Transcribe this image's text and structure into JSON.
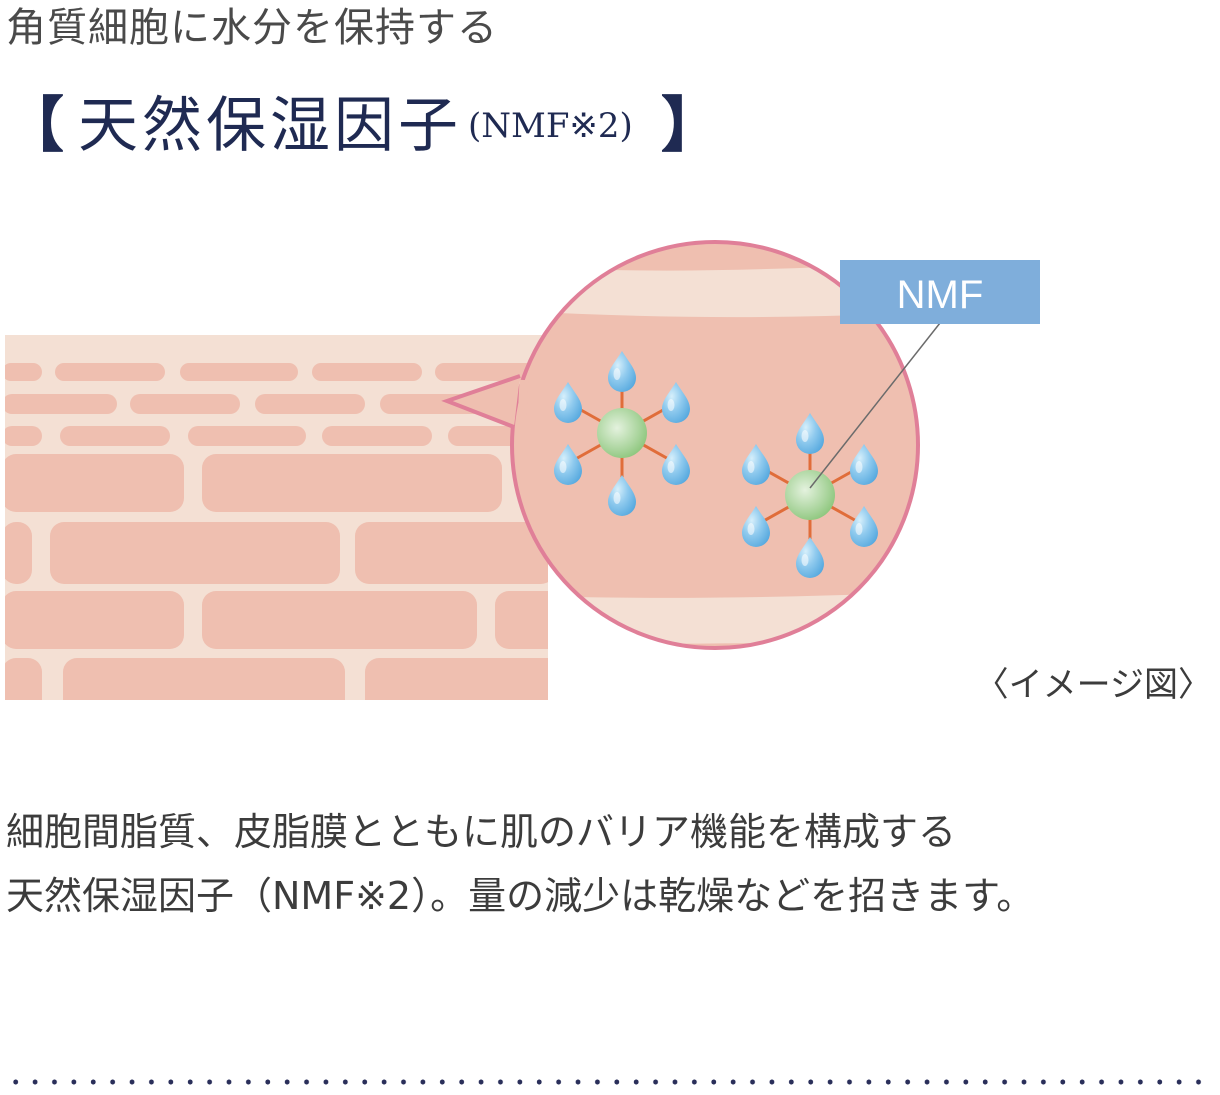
{
  "subtitle": "角質細胞に水分を保持する",
  "heading": {
    "open_bracket": "【",
    "title": "天然保湿因子",
    "abbrev": "(NMF※2)",
    "close_bracket": "】"
  },
  "illustration": {
    "label": "NMF",
    "caption": "〈イメージ図〉",
    "colors": {
      "cell": "#efbfb0",
      "intercell": "#f4e0d4",
      "circle_border": "#e07f98",
      "label_bg": "#7faedb",
      "nmf_molecule": "#a9d49c",
      "water_drop": "#6fb8e6",
      "bond": "#e06d3a"
    }
  },
  "body": {
    "line1": "細胞間脂質、皮脂膜とともに肌のバリア機能を構成する",
    "line2": "天然保湿因子（NMF※2）。量の減少は乾燥などを招きます。"
  }
}
